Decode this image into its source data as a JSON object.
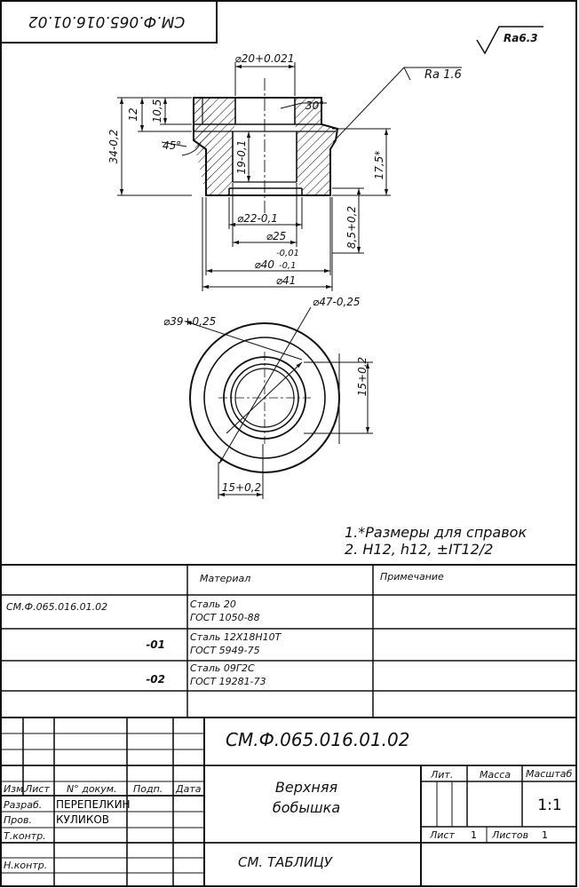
{
  "stamp_code": "СМ.Ф.065.016.01.02",
  "roughness_general": "Ra6.3",
  "drawing": {
    "dims": {
      "d20": "⌀20+0.021",
      "ra16": "Ra 1.6",
      "a30": "30°",
      "a45": "45°",
      "h12": "12",
      "h105": "10,5",
      "h34": "34-0,2",
      "h19": "19-0,1",
      "h175": "17,5*",
      "h85": "8,5+0,2",
      "d22": "⌀22-0,1",
      "d25": "⌀25",
      "d25_tol": "-0,01",
      "d40": "⌀40",
      "d40_tol": "-0,1",
      "d41": "⌀41",
      "d39": "⌀39+0,25",
      "d47": "⌀47-0,25",
      "w15r": "15+0,2",
      "w15b": "15+0,2"
    }
  },
  "notes": [
    "1.*Размеры для справок",
    "2. H12, h12, ±IT12/2"
  ],
  "table": {
    "header_material": "Материал",
    "header_note": "Примечание",
    "rows": [
      {
        "code": "СМ.Ф.065.016.01.02",
        "variant": "",
        "mat1": "Сталь 20",
        "mat2": "ГОСТ 1050-88"
      },
      {
        "code": "",
        "variant": "-01",
        "mat1": "Сталь 12Х18Н10Т",
        "mat2": "ГОСТ 5949-75"
      },
      {
        "code": "",
        "variant": "-02",
        "mat1": "Сталь 09Г2С",
        "mat2": "ГОСТ 19281-73"
      }
    ]
  },
  "title_block": {
    "designation": "СМ.Ф.065.016.01.02",
    "name_line1": "Верхняя",
    "name_line2": "бобышка",
    "material": "СМ. ТАБЛИЦУ",
    "col_izm": "Изм.",
    "col_list": "Лист",
    "col_docnum": "N° докум.",
    "col_podp": "Подп.",
    "col_data": "Дата",
    "razrab_label": "Разраб.",
    "razrab_name": "ПЕРЕПЕЛКИН",
    "prov_label": "Пров.",
    "prov_name": "КУЛИКОВ",
    "tkontr_label": "Т.контр.",
    "nkontr_label": "Н.контр.",
    "lit_label": "Лит.",
    "massa_label": "Масса",
    "scale_label": "Масштаб",
    "scale_value": "1:1",
    "sheet_label": "Лист",
    "sheet_value": "1",
    "sheets_label": "Листов",
    "sheets_value": "1"
  }
}
